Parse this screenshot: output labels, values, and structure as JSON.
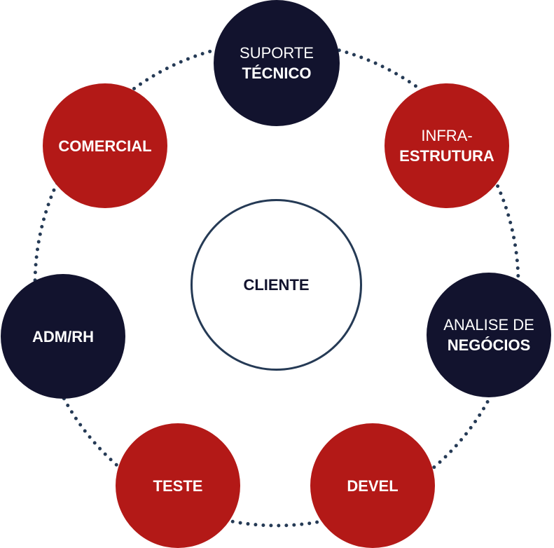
{
  "center": {
    "label": "CLIENTE"
  },
  "nodes": [
    {
      "line1": "SUPORTE",
      "line2": "TÉCNICO",
      "color": "navy"
    },
    {
      "line1": "INFRA-",
      "line2": "ESTRUTURA",
      "color": "red"
    },
    {
      "line1": "ANALISE DE",
      "line2": "NEGÓCIOS",
      "color": "navy"
    },
    {
      "line1": "",
      "line2": "DEVEL",
      "color": "red"
    },
    {
      "line1": "",
      "line2": "TESTE",
      "color": "red"
    },
    {
      "line1": "",
      "line2": "ADM/RH",
      "color": "navy"
    },
    {
      "line1": "",
      "line2": "COMERCIAL",
      "color": "red"
    }
  ],
  "colors": {
    "navy": "#12132e",
    "red": "#b31917",
    "ring": "#253a55"
  }
}
